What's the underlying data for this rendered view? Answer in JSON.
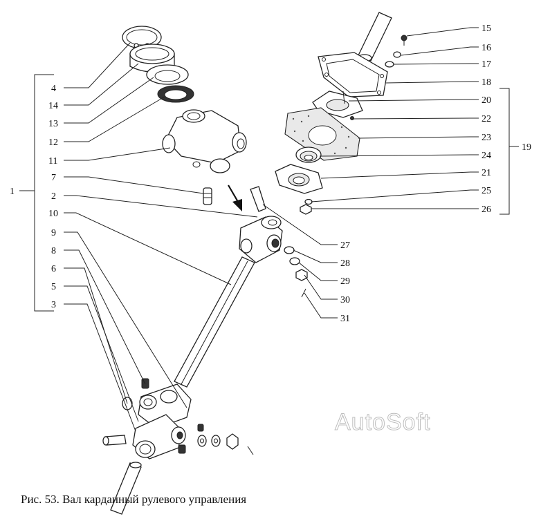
{
  "figure": {
    "caption": "Рис. 53. Вал карданный рулевого управления",
    "watermark": "AutoSoft"
  },
  "labels": {
    "n1": "1",
    "n2": "2",
    "n3": "3",
    "n4": "4",
    "n5": "5",
    "n6": "6",
    "n7": "7",
    "n8": "8",
    "n9": "9",
    "n10": "10",
    "n11": "11",
    "n12": "12",
    "n13": "13",
    "n14": "14",
    "n15": "15",
    "n16": "16",
    "n17": "17",
    "n18": "18",
    "n19": "19",
    "n20": "20",
    "n21": "21",
    "n22": "22",
    "n23": "23",
    "n24": "24",
    "n25": "25",
    "n26": "26",
    "n27": "27",
    "n28": "28",
    "n29": "29",
    "n30": "30",
    "n31": "31"
  }
}
